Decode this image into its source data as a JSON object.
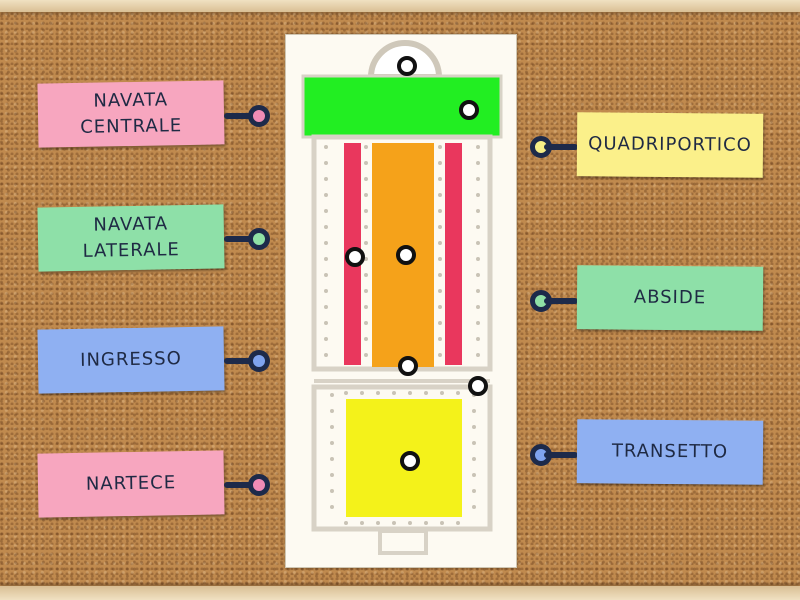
{
  "labels": {
    "navata_centrale": "NAVATA\nCENTRALE",
    "navata_laterale": "NAVATA\nLATERALE",
    "ingresso": "INGRESSO",
    "nartece": "NARTECE",
    "quadriportico": "QUADRIPORTICO",
    "abside": "ABSIDE",
    "transetto": "TRANSETTO"
  },
  "colors": {
    "pink_card": "#f7a6bf",
    "green_card": "#8ee0a8",
    "blue_card": "#8fb0f2",
    "yellow_card": "#fbf08a",
    "knob_pink": "#f08bb5",
    "knob_green": "#8fe0a5",
    "knob_blue": "#7fa3ee",
    "knob_yellow": "#f6ee86",
    "plan_green": "#22ee22",
    "plan_orange": "#f5a21a",
    "plan_red": "#e9375d",
    "plan_yellow": "#f4f21a",
    "plan_wall": "#d8d2c6"
  }
}
